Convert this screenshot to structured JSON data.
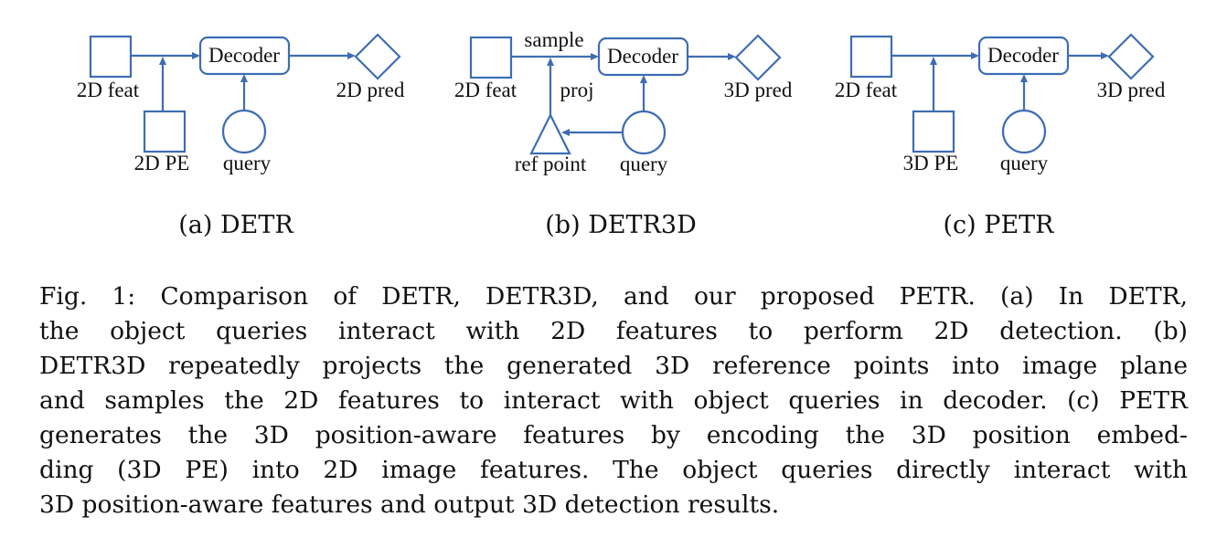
{
  "panels": [
    {
      "caption": "(a) DETR",
      "nodes": {
        "feat": "2D feat",
        "decoder": "Decoder",
        "pred": "2D pred",
        "pe": "2D PE",
        "query": "query"
      }
    },
    {
      "caption": "(b) DETR3D",
      "nodes": {
        "feat": "2D feat",
        "sample": "sample",
        "decoder": "Decoder",
        "pred": "3D pred",
        "proj": "proj",
        "ref": "ref point",
        "query": "query"
      }
    },
    {
      "caption": "(c) PETR",
      "nodes": {
        "feat": "2D feat",
        "decoder": "Decoder",
        "pred": "3D pred",
        "pe": "3D PE",
        "query": "query"
      }
    }
  ],
  "caption_lines": [
    "Fig. 1: Comparison of DETR, DETR3D, and our proposed PETR. (a) In DETR,",
    "the object queries interact with 2D features to perform 2D detection. (b)",
    "DETR3D repeatedly projects the generated 3D reference points into image plane",
    "and samples the 2D features to interact with object queries in decoder. (c) PETR",
    "generates the 3D position-aware features by encoding the 3D position embed-",
    "ding (3D PE) into 2D image features. The object queries directly interact with",
    "3D position-aware features and output 3D detection results."
  ],
  "colors": {
    "diagram_stroke": "#3d6db3",
    "text": "#111111"
  }
}
